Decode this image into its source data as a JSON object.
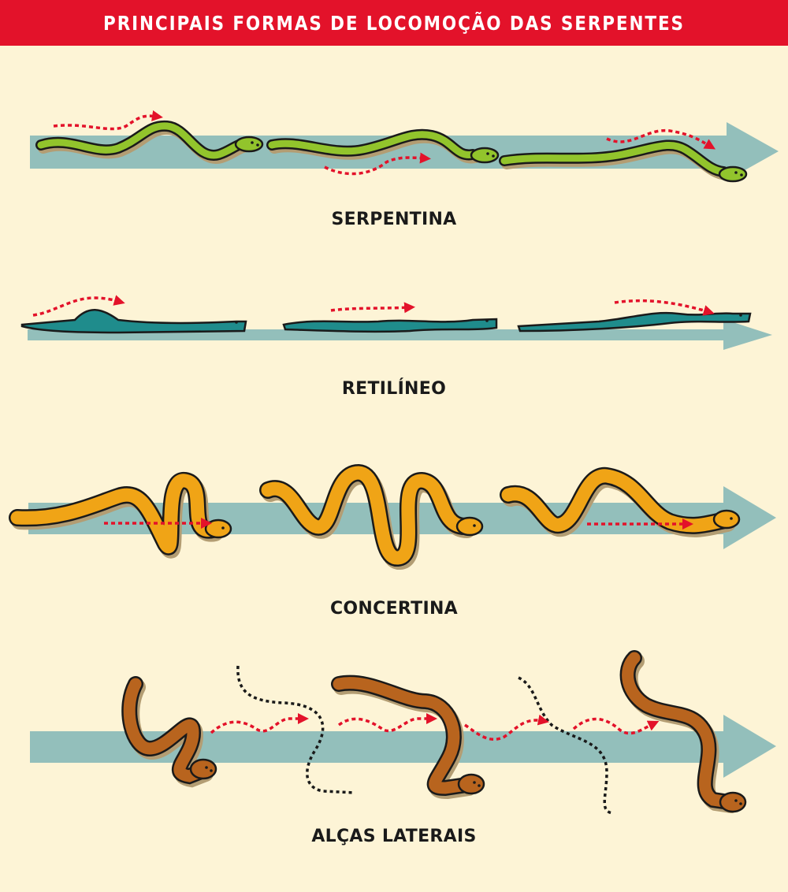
{
  "title": "PRINCIPAIS FORMAS DE LOCOMOÇÃO DAS SERPENTES",
  "sections": [
    {
      "label": "SERPENTINA",
      "color": "#92c42c"
    },
    {
      "label": "RETILÍNEO",
      "color": "#1f8c8c"
    },
    {
      "label": "CONCERTINA",
      "color": "#f0a416"
    },
    {
      "label": "ALÇAS LATERAIS",
      "color": "#b8641e"
    }
  ],
  "colors": {
    "banner": "#e3122a",
    "background": "#fdf4d6",
    "track_arrow": "#93bfbb",
    "motion_arrow": "#e3122a",
    "outline": "#1a1a1a"
  }
}
